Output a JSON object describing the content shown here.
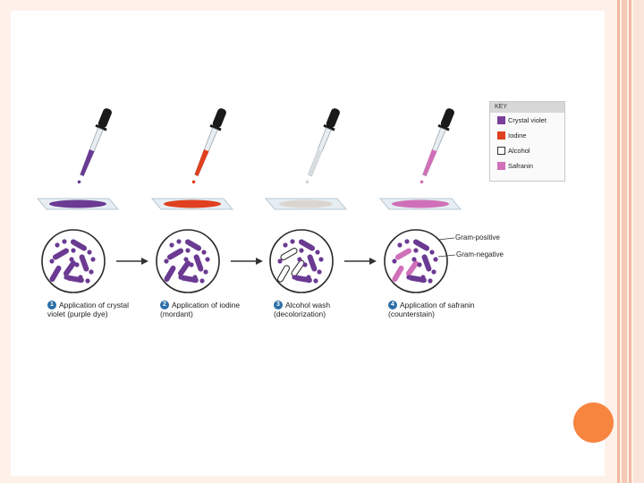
{
  "key": {
    "title": "KEY",
    "items": [
      {
        "label": "Crystal violet",
        "color": "#7a3f9a"
      },
      {
        "label": "Iodine",
        "color": "#e0401f"
      },
      {
        "label": "Alcohol",
        "color": "#ffffff"
      },
      {
        "label": "Safranin",
        "color": "#d070b8"
      }
    ]
  },
  "steps": [
    {
      "number": "1",
      "text": "Application of crystal violet (purple dye)"
    },
    {
      "number": "2",
      "text": "Application of iodine (mordant)"
    },
    {
      "number": "3",
      "text": "Alcohol wash (decolorization)"
    },
    {
      "number": "4",
      "text": "Application of safranin (counterstain)"
    }
  ],
  "callouts": {
    "gram_positive": "Gram-positive",
    "gram_negative": "Gram-negative"
  },
  "colors": {
    "purple": "#6b3a92",
    "iodine": "#e0401f",
    "safranin": "#d070b8",
    "alcohol": "#d9d2cc",
    "accent_dot": "#f7843f"
  }
}
